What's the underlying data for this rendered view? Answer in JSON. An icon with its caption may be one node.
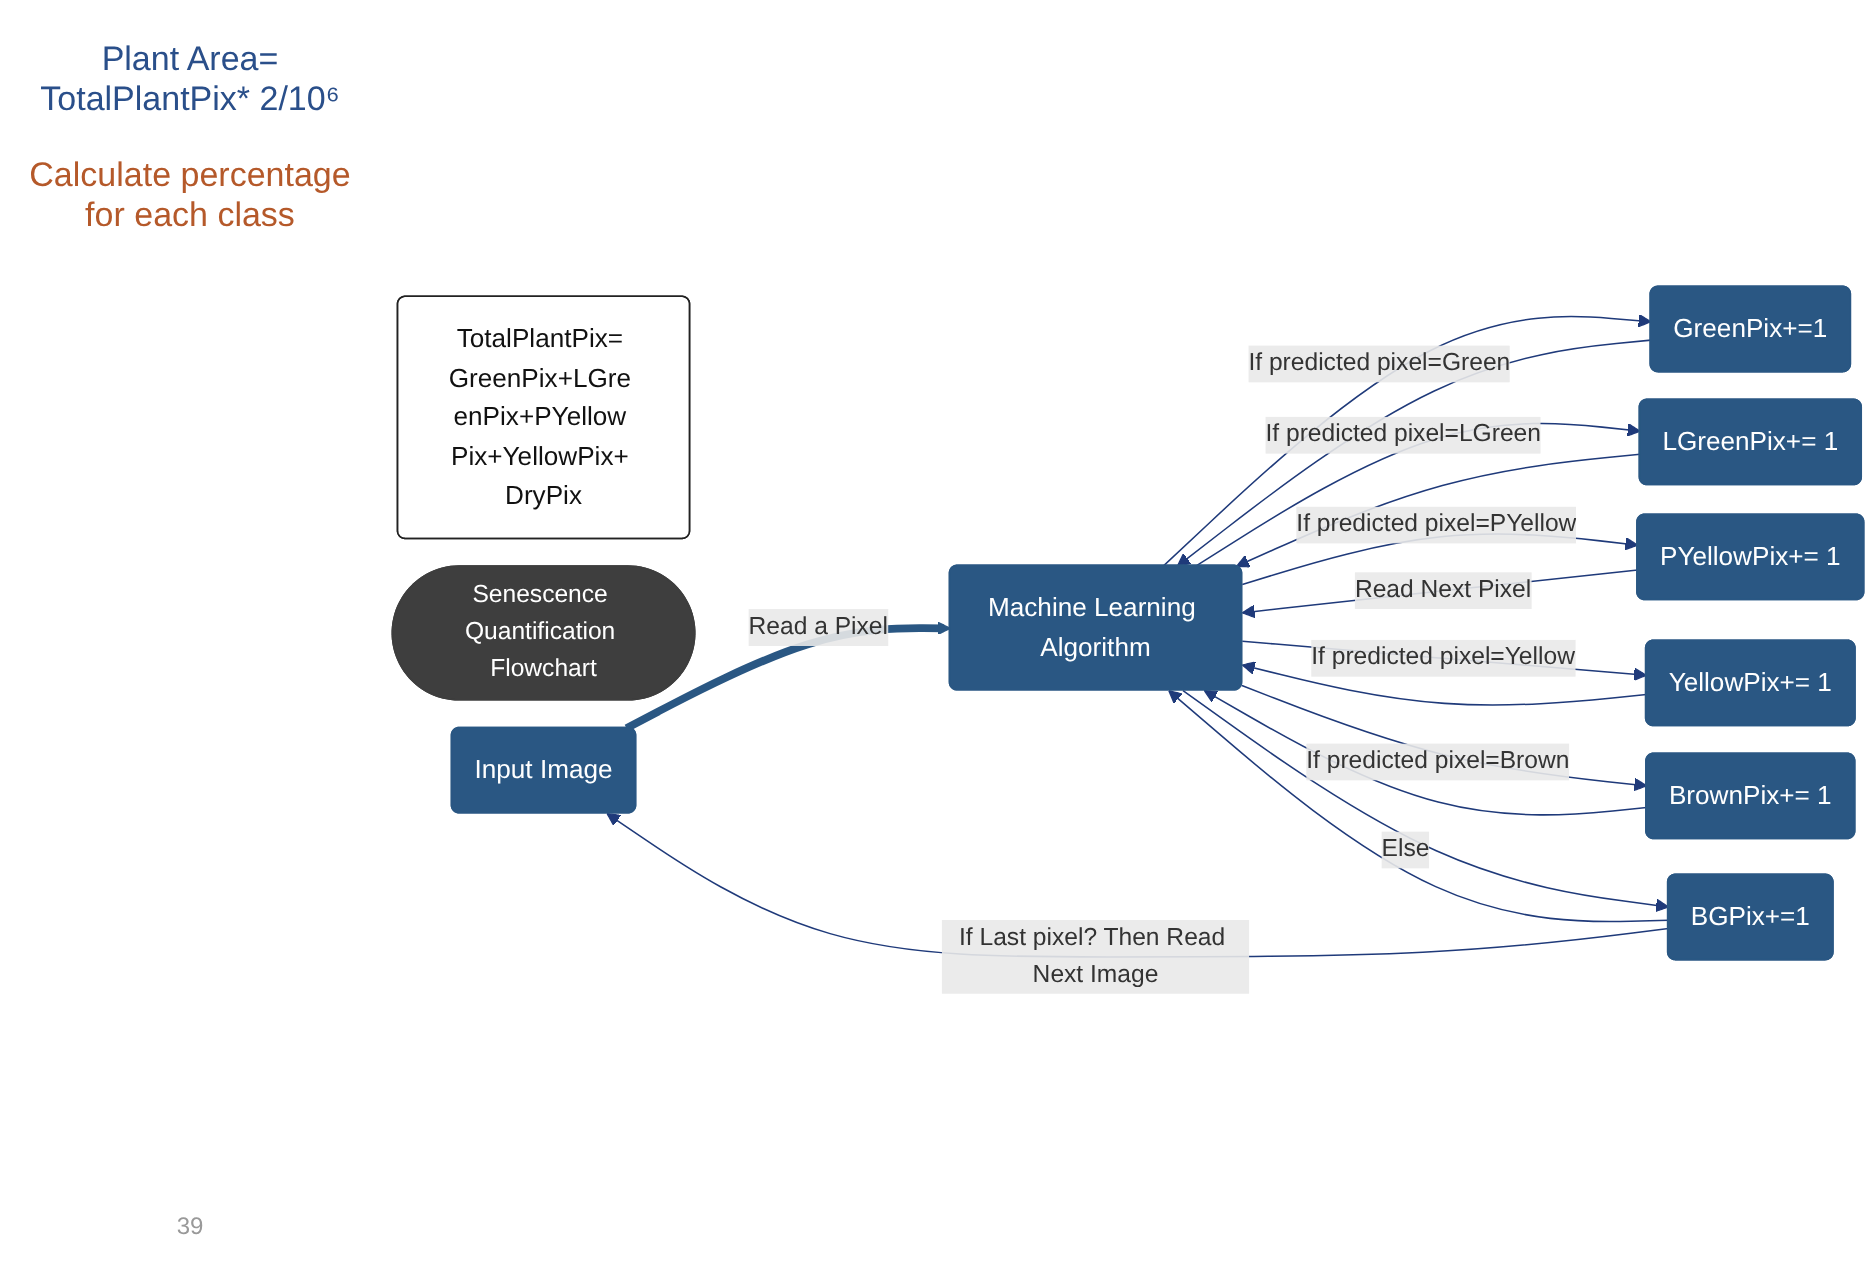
{
  "diagram": {
    "nodes": [
      {
        "text": [
          "Senescence Quantification Flowchart"
        ]
      },
      {
        "text": [
          "Input Image"
        ]
      },
      {
        "text": [
          "Machine Learning Algorithm"
        ]
      },
      {
        "text": [
          "GreenPix+=1"
        ]
      },
      {
        "text": [
          "LGreenPix+= 1"
        ]
      },
      {
        "text": [
          "PYellowPix+= 1"
        ]
      },
      {
        "text": [
          "YellowPix+= 1"
        ]
      },
      {
        "text": [
          "BrownPix+= 1"
        ]
      },
      {
        "text": [
          "BGPix+=1"
        ]
      },
      {
        "text": [
          "TotalPlantPix= GreenPix+LGre enPix+PYellow Pix+YellowPix+ DryPix"
        ]
      }
    ],
    "edges": [
      {
        "from": 1,
        "to": 2,
        "arrow": "to",
        "label": "Read a Pixel",
        "style": "thick",
        "color": "#2a5783"
      },
      {
        "from": 2,
        "to": 3,
        "arrow": "to",
        "label": "If predicted pixel=Green"
      },
      {
        "from": 2,
        "to": 4,
        "arrow": "to",
        "label": "If predicted pixel=LGreen"
      },
      {
        "from": 2,
        "to": 5,
        "arrow": "to",
        "label": "If predicted pixel=PYellow"
      },
      {
        "from": 2,
        "to": 6,
        "arrow": "to",
        "label": "If predicted pixel=Yellow"
      },
      {
        "from": 2,
        "to": 7,
        "arrow": "to",
        "label": "If predicted pixel=Brown"
      },
      {
        "from": 2,
        "to": 8,
        "arrow": "to",
        "label": "Else"
      },
      {
        "from": 3,
        "to": 2,
        "arrow": "to"
      },
      {
        "from": 4,
        "to": 2,
        "arrow": "to"
      },
      {
        "from": 5,
        "to": 2,
        "arrow": "to",
        "label": "Read Next Pixel"
      },
      {
        "from": 6,
        "to": 2,
        "arrow": "to"
      },
      {
        "from": 7,
        "to": 2,
        "arrow": "to"
      },
      {
        "from": 8,
        "to": 2,
        "arrow": "to"
      },
      {
        "from": 8,
        "to": 1,
        "arrow": "to",
        "label": "If Last pixel? Then Read Next Image"
      }
    ],
    "labels": [
      "Plant Area= TotalPlantPix* 2/10⁶",
      "Calculate percentage for each class",
      "39"
    ]
  }
}
